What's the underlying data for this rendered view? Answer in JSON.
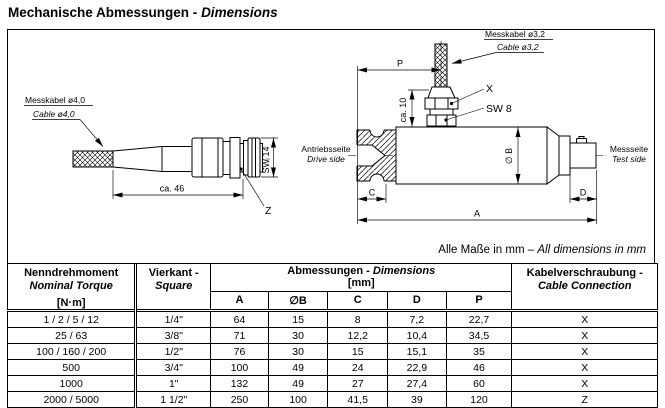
{
  "title": {
    "main": "Mechanische Abmessungen - ",
    "italic": "Dimensions"
  },
  "note": {
    "de": "Alle Maße in mm – ",
    "en": "All dimensions in mm"
  },
  "left_drawing": {
    "cable_label_de": "Messkabel ø4,0",
    "cable_label_en": "Cable ø4,0",
    "length_dim": "ca. 46",
    "wrench_dim": "SW 14",
    "ref_z": "Z"
  },
  "right_drawing": {
    "cable_label_de": "Messkabel ø3,2",
    "cable_label_en": "Cable ø3,2",
    "dim_p": "P",
    "dim_ca10": "ca. 10",
    "ref_x": "X",
    "wrench_dim": "SW 8",
    "drive_side_de": "Antriebsseite",
    "drive_side_en": "Drive side",
    "test_side_de": "Messseite",
    "test_side_en": "Test side",
    "dim_b": "∅ B",
    "dim_c": "C",
    "dim_d": "D",
    "dim_a": "A"
  },
  "table": {
    "headers": {
      "torque_de": "Nenndrehmoment",
      "torque_en": "Nominal Torque",
      "torque_unit": "[N·m]",
      "square_de": "Vierkant -",
      "square_en": "Square",
      "dims_de": "Abmessungen - ",
      "dims_en": "Dimensions",
      "dims_unit": "[mm]",
      "sub": [
        "A",
        "∅B",
        "C",
        "D",
        "P"
      ],
      "cable_de": "Kabelverschraubung -",
      "cable_en": "Cable Connection"
    },
    "rows": [
      {
        "torque": "1 / 2 / 5 / 12",
        "square": "1/4\"",
        "a": "64",
        "b": "15",
        "c": "8",
        "d": "7,2",
        "p": "22,7",
        "cable": "X"
      },
      {
        "torque": "25 / 63",
        "square": "3/8\"",
        "a": "71",
        "b": "30",
        "c": "12,2",
        "d": "10,4",
        "p": "34,5",
        "cable": "X"
      },
      {
        "torque": "100 / 160 / 200",
        "square": "1/2\"",
        "a": "76",
        "b": "30",
        "c": "15",
        "d": "15,1",
        "p": "35",
        "cable": "X"
      },
      {
        "torque": "500",
        "square": "3/4\"",
        "a": "100",
        "b": "49",
        "c": "24",
        "d": "22,9",
        "p": "46",
        "cable": "X"
      },
      {
        "torque": "1000",
        "square": "1\"",
        "a": "132",
        "b": "49",
        "c": "27",
        "d": "27,4",
        "p": "60",
        "cable": "X"
      },
      {
        "torque": "2000 / 5000",
        "square": "1 1/2\"",
        "a": "250",
        "b": "100",
        "c": "41,5",
        "d": "39",
        "p": "120",
        "cable": "Z"
      }
    ]
  }
}
